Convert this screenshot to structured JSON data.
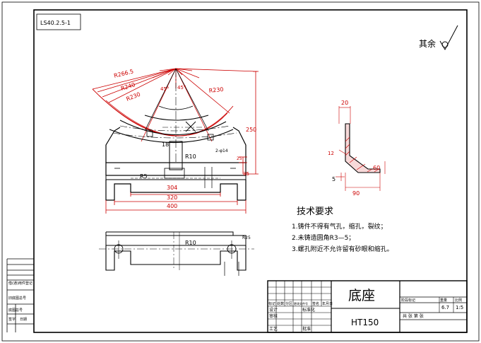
{
  "drawing_code": "LS40.2.5-1",
  "surface_note": "其余",
  "part_name": "底座",
  "material": "HT150",
  "technical_requirements": {
    "heading": "技术要求",
    "items": [
      "1.铸件不得有气孔，缩孔，裂纹；",
      "2.未铸造圆角R3—5；",
      "3.螺孔附近不允许留有砂眼和缩孔。"
    ]
  },
  "dimensions": {
    "r_outer": "R266.5",
    "r_240": "R240",
    "r_230_left": "R230",
    "r_230_right": "R230",
    "angle_left": "45°",
    "angle_right": "45°",
    "height_right": "250",
    "r10_front": "R10",
    "r5": "R5",
    "dim_18": "18",
    "dim_25": "25",
    "dim_35": "35",
    "dim_14": "2-φ14",
    "width_304": "304",
    "width_320": "320",
    "width_400": "400",
    "r10_bottom": "R10",
    "r25": "R25",
    "section_20": "20",
    "section_12": "12",
    "section_60": "60",
    "section_5": "5",
    "section_90": "90"
  },
  "title_block": {
    "scale_label": "比例",
    "scale_value": "1:5",
    "weight_label": "重量",
    "weight_value": "6.7",
    "sheet_label": "共  张 第  张",
    "row_labels": [
      "标记",
      "处数",
      "分区",
      "更改文件号",
      "签名",
      "年月日"
    ],
    "role_labels": [
      "设计",
      "审核",
      "工艺",
      "标准化",
      "批准"
    ],
    "stage_label": "阶段标记"
  },
  "left_strip": {
    "labels": [
      "借(通)用件登记",
      "旧底图总号",
      "底图总号",
      "签字",
      "日期"
    ]
  }
}
